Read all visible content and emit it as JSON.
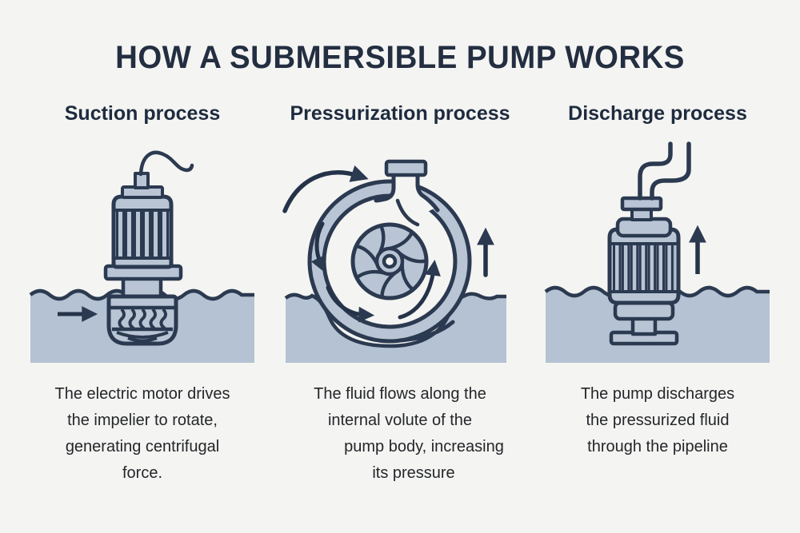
{
  "title": "HOW A SUBMERSIBLE PUMP WORKS",
  "panels": [
    {
      "heading": "Suction process",
      "description_lines": [
        "The electric motor drives",
        "the impelier to rotate,",
        "generating centrifugal",
        "force."
      ]
    },
    {
      "heading": "Pressurization process",
      "description_lines": [
        "The fluid flows along the",
        "internal volute of the",
        "pump body, increasing",
        "its pressure"
      ]
    },
    {
      "heading": "Discharge process",
      "description_lines": [
        "The pump discharges",
        "the pressurized fluid",
        "through the pipeline"
      ]
    }
  ],
  "colors": {
    "background": "#f4f4f2",
    "outline": "#2b3a50",
    "pump_fill": "#b9c5d5",
    "rib_gap_fill": "#a7b5c9",
    "water_fill": "#b5c2d3",
    "title_text": "#232e41",
    "body_text": "#24262a"
  }
}
